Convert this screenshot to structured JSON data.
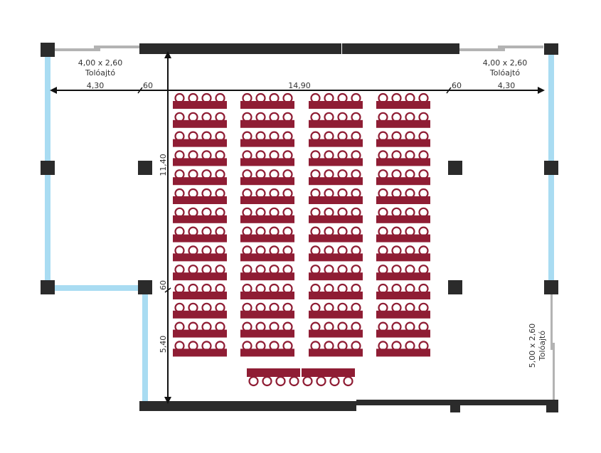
{
  "colors": {
    "wall": "#2b2b2b",
    "glass": "#a9dcf2",
    "door": "#b3b3b3",
    "seat": "#8f1d34",
    "dimension": "#111111",
    "text": "#333333"
  },
  "labels": {
    "door_top_left_size": "4,00 x 2,60",
    "door_top_left_name": "Tolóajtó",
    "door_top_right_size": "4,00 x 2,60",
    "door_top_right_name": "Tolóajtó",
    "door_right_size": "5,00 x 2,60",
    "door_right_name": "Tolóajtó"
  },
  "dimensions": {
    "left_wing": "4,30",
    "left_gap": "60",
    "hall_width": "14,90",
    "right_gap": "60",
    "right_wing": "4,30",
    "hall_depth": "11,40",
    "side_gap": "60",
    "lower_depth": "5,40"
  },
  "seating": {
    "blocks": 4,
    "rows_per_block": 14,
    "chairs_per_row": 4,
    "front_table_segments": 2,
    "front_chairs": 8
  }
}
